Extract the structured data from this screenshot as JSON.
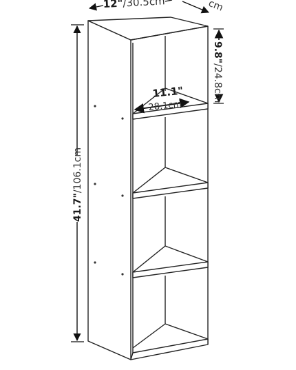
{
  "dimensions": {
    "width": {
      "imperial": "12\"",
      "metric": "/30.5cm"
    },
    "depth_top": {
      "metric_fragment": "cm"
    },
    "shelf_width": {
      "imperial": "11.1\"",
      "metric": "28.1cm"
    },
    "shelf_height": {
      "imperial": "9.8\"",
      "metric": "/24.8cm"
    },
    "total_height": {
      "imperial": "41.7\"",
      "metric": "/106.1cm"
    }
  }
}
